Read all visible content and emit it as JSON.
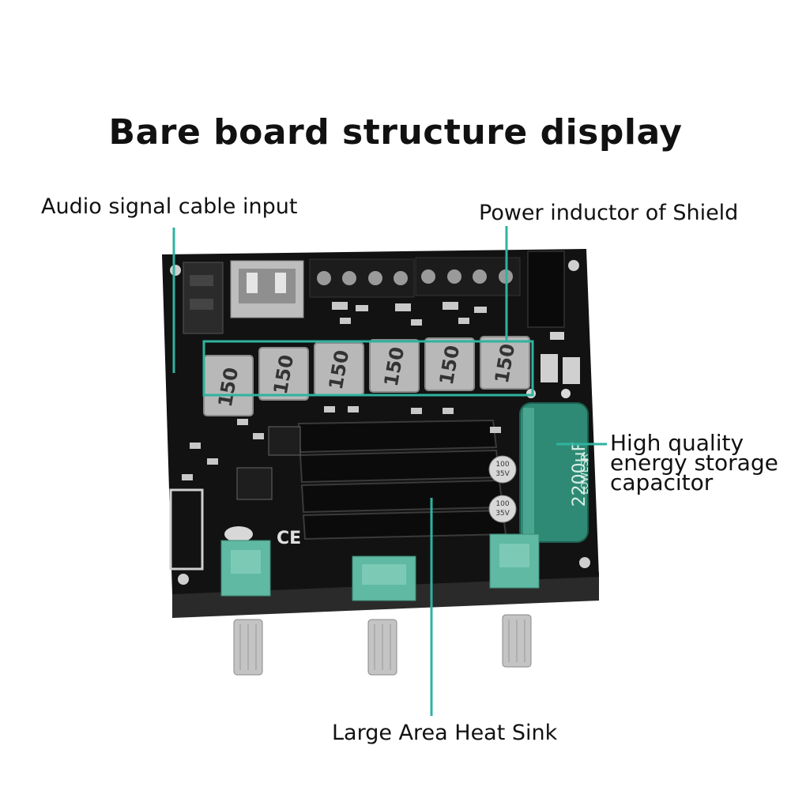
{
  "title": "Bare board structure display",
  "callouts": {
    "audio_input": "Audio signal cable input",
    "power_inductor": "Power inductor of Shield",
    "capacitor_lines": [
      "High quality",
      "energy storage",
      "capacitor"
    ],
    "heat_sink": "Large Area Heat Sink"
  },
  "board_markings": {
    "inductor_value": "150",
    "capacitor_value": "2200µF",
    "capacitor_brand": "LOWESR",
    "small_cap_value": "100",
    "small_cap_voltage": "35V",
    "ce_mark": "CE"
  },
  "colors": {
    "callout_line": "#2fb3a0",
    "pcb": "#121212",
    "capacitor": "#2e8a74",
    "potentiometer": "#5fb9a3"
  }
}
